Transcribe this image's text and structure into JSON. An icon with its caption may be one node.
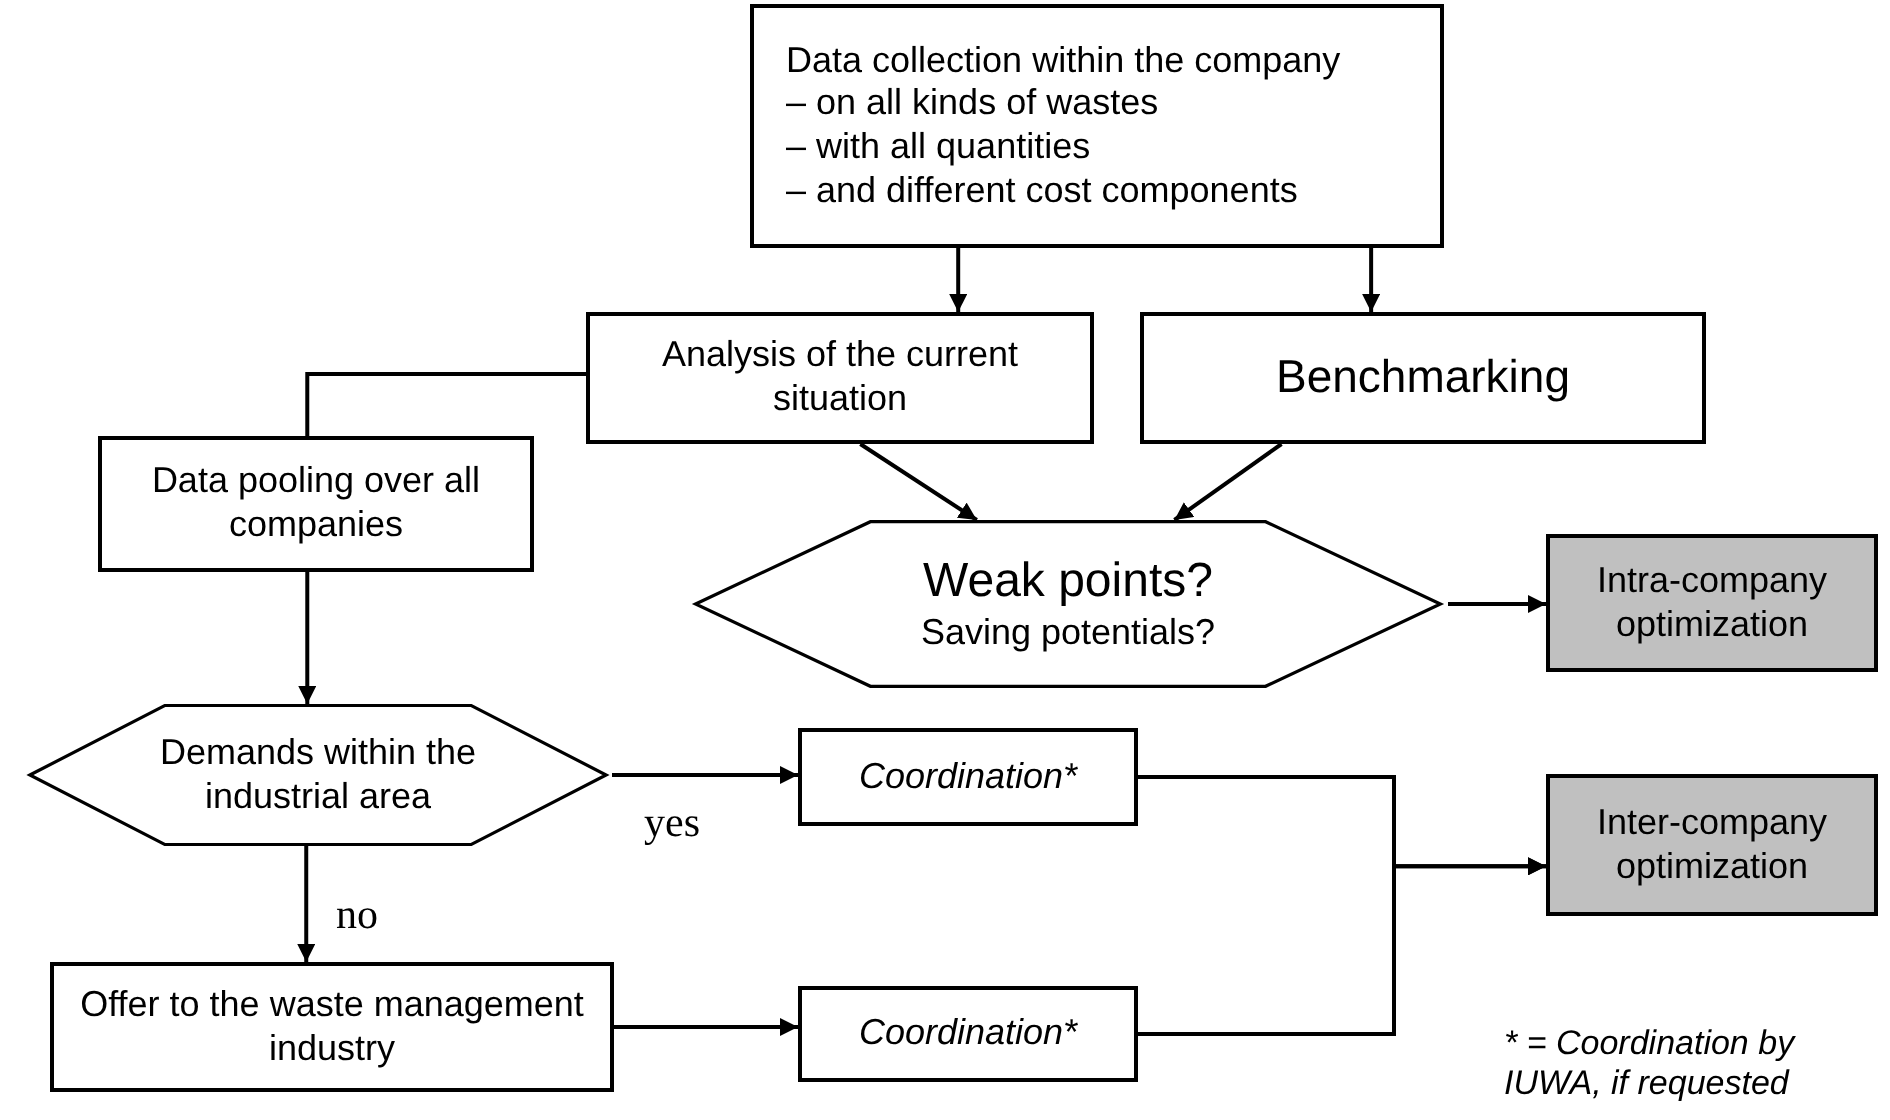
{
  "diagram": {
    "nodes": [
      {
        "text": [
          "Data collection within the company",
          "– on all kinds of wastes",
          "– with all quantities",
          "– and different cost components"
        ]
      },
      {
        "text": [
          "Analysis of the current situation"
        ]
      },
      {
        "text": [
          "Benchmarking"
        ]
      },
      {
        "text": [
          "Data pooling over all companies"
        ]
      },
      {
        "text": [
          "Weak points?",
          "Saving potentials?"
        ]
      },
      {
        "text": [
          "Intra-company optimization"
        ]
      },
      {
        "text": [
          "Demands within the industrial area"
        ]
      },
      {
        "text": [
          "Coordination*"
        ]
      },
      {
        "text": [
          "Inter-company optimization"
        ]
      },
      {
        "text": [
          "Offer to the waste management industry"
        ]
      },
      {
        "text": [
          "Coordination*"
        ]
      }
    ],
    "edges": [
      {
        "from": 0,
        "to": 1,
        "arrow": "to"
      },
      {
        "from": 0,
        "to": 2,
        "arrow": "to"
      },
      {
        "from": 1,
        "to": 3,
        "arrow": "none"
      },
      {
        "from": 1,
        "to": 4,
        "arrow": "to"
      },
      {
        "from": 2,
        "to": 4,
        "arrow": "to"
      },
      {
        "from": 3,
        "to": 6,
        "arrow": "to"
      },
      {
        "from": 4,
        "to": 5,
        "arrow": "to"
      },
      {
        "from": 6,
        "to": 7,
        "arrow": "to",
        "label": "yes"
      },
      {
        "from": 6,
        "to": 9,
        "arrow": "to",
        "label": "no"
      },
      {
        "from": 9,
        "to": 10,
        "arrow": "to"
      },
      {
        "from": 7,
        "to": 8,
        "arrow": "to"
      },
      {
        "from": 10,
        "to": 8,
        "arrow": "to"
      }
    ],
    "labels": [
      "* = Coordination by IUWA, if requested"
    ]
  }
}
